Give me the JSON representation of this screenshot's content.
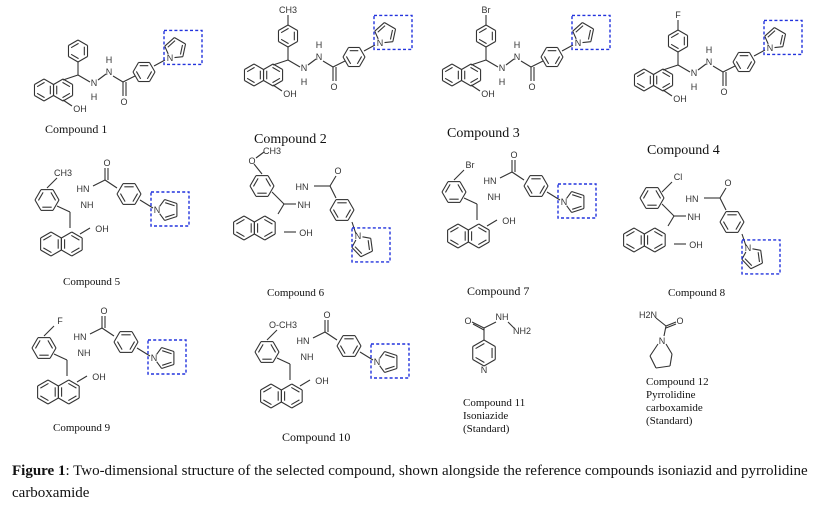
{
  "figure": {
    "compounds": [
      {
        "id": 1,
        "label": "Compound 1",
        "substituent": "H",
        "layout": "A"
      },
      {
        "id": 2,
        "label": "Compound 2",
        "substituent": "CH3",
        "layout": "A"
      },
      {
        "id": 3,
        "label": "Compound 3",
        "substituent": "Br",
        "layout": "A"
      },
      {
        "id": 4,
        "label": "Compound 4",
        "substituent": "F",
        "layout": "A"
      },
      {
        "id": 5,
        "label": "Compound 5",
        "substituent": "CH3",
        "layout": "B"
      },
      {
        "id": 6,
        "label": "Compound 6",
        "substituent": "O-CH3",
        "substituent_text": "CH3",
        "layout": "C"
      },
      {
        "id": 7,
        "label": "Compound 7",
        "substituent": "Br",
        "layout": "B"
      },
      {
        "id": 8,
        "label": "Compound 8",
        "substituent": "Cl",
        "layout": "C"
      },
      {
        "id": 9,
        "label": "Compound 9",
        "substituent": "F",
        "layout": "B"
      },
      {
        "id": 10,
        "label": "Compound 10",
        "substituent": "O-CH3",
        "layout": "B"
      }
    ],
    "standards": [
      {
        "id": 11,
        "lines": [
          "Compound 11",
          "Isoniazide",
          "(Standard)"
        ],
        "atoms": {
          "o": "O",
          "nh": "NH",
          "nh2": "NH2",
          "n": "N"
        }
      },
      {
        "id": 12,
        "lines": [
          "Compound 12",
          "Pyrrolidine",
          "carboxamide",
          "(Standard)"
        ],
        "atoms": {
          "h2n": "H2N",
          "o": "O",
          "n": "N"
        }
      }
    ],
    "atom_labels": {
      "oh": "OH",
      "o": "O",
      "n": "N",
      "h": "H",
      "hn": "HN",
      "nh": "NH"
    },
    "highlight_color": "#2233dd",
    "caption": {
      "bold": "Figure 1",
      "text": ": Two-dimensional structure of the selected compound, shown alongside the reference compounds isoniazid and pyrrolidine carboxamide"
    }
  }
}
